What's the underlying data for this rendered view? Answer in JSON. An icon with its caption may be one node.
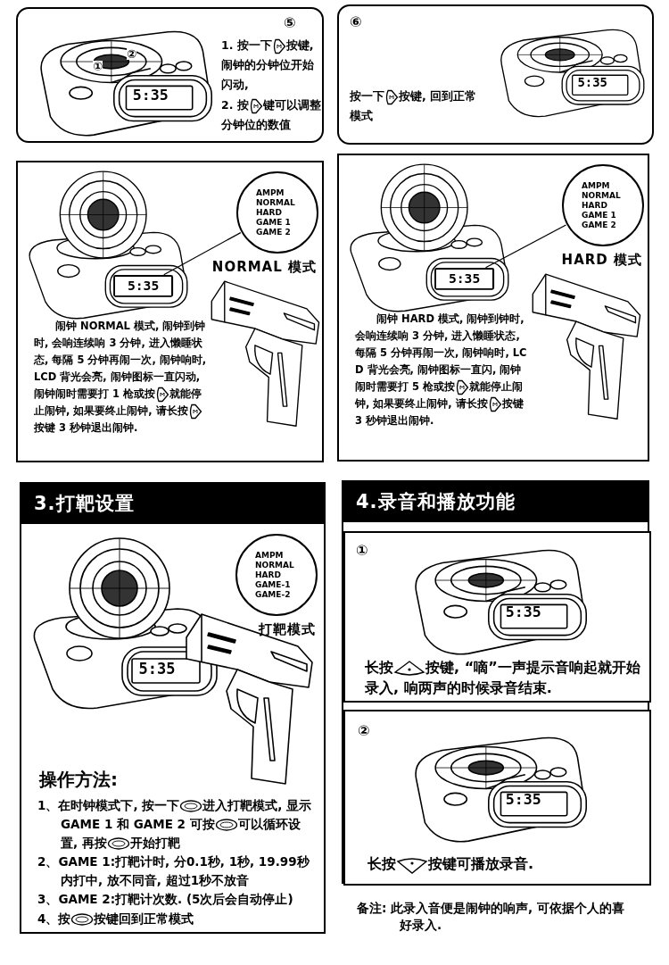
{
  "diagram": {
    "nodes": [
      {
        "text": [
          "⑤",
          "1. 按一下",
          "按键, 闹钟的分钟位开始闪动,",
          "2. 按",
          "键可以调整分钟位的数值"
        ]
      },
      {
        "text": [
          "⑥",
          "按一下",
          "按键, 回到正常模式"
        ]
      },
      {
        "text": [
          "闹钟 NORMAL 模式, 闹钟到钟时, 会响连续响 3 分钟, 进入懒睡状态, 每隔 5 分钟再闹一次, 闹钟响时, LCD 背光会亮, 闹钟图标一直闪动, 闹钟闹时需要打 1 枪或按",
          "就能停止闹钟, 如果要终止闹钟, 请长按",
          "按键 3 秒钟退出闹钟."
        ]
      },
      {
        "text": [
          "AMPM",
          "NORMAL",
          "HARD",
          "GAME 1",
          "GAME 2",
          "NORMAL 模式"
        ],
        "in": 2
      },
      {
        "text": [
          "闹钟 HARD 模式, 闹钟到钟时, 会响连续响 3 分钟, 进入懒睡状态, 每隔 5 分钟再闹一次, 闹钟响时, LCD 背光会亮, 闹钟图标一直闪, 闹钟闹时需要打 5 枪或按",
          "就能停止闹钟, 如果要终止闹钟, 请长按",
          "按键 3 秒钟退出闹钟."
        ]
      },
      {
        "text": [
          "AMPM",
          "NORMAL",
          "HARD",
          "GAME 1",
          "GAME 2",
          "HARD 模式"
        ],
        "in": 4
      },
      {
        "text": [
          "3.打靶设置",
          "操作方法:",
          "1、在时钟模式下, 按一下",
          "进入打靶模式, 显示 GAME 1 和 GAME 2 可按",
          "可以循环设置, 再按",
          "开始打靶",
          "2、GAME 1:打靶计时, 分0.1秒, 1秒, 19.99秒内打中, 放不同音, 超过1秒不放音",
          "3、GAME 2:打靶计次数. (5次后会自动停止)",
          "4、按",
          "按键回到正常模式"
        ]
      },
      {
        "text": [
          "AMPM",
          "NORMAL",
          "HARD",
          "GAME-1",
          "GAME-2",
          "打靶模式"
        ],
        "in": 6
      },
      {
        "text": [
          "4.录音和播放功能"
        ]
      },
      {
        "text": [
          "①",
          "长按",
          "按键, “嘀”一声提示音响起就开始录入, 响两声的时候录音结束."
        ],
        "in": 8
      },
      {
        "text": [
          "②",
          "长按",
          "按键可播放录音."
        ],
        "in": 8
      },
      {
        "text": [
          "5:35"
        ],
        "in": 2
      },
      {
        "text": [
          "5:35"
        ],
        "in": 4
      }
    ],
    "edges": [
      {
        "from": 3,
        "to": 11,
        "arrow": "none"
      },
      {
        "from": 5,
        "to": 12,
        "arrow": "none"
      }
    ],
    "labels": [
      "①",
      "②",
      "5:35",
      "5:35",
      "5:35",
      "5:35",
      "5:35",
      "备注: 此录入音便是闹钟的响声, 可依据个人的喜好录入."
    ]
  }
}
